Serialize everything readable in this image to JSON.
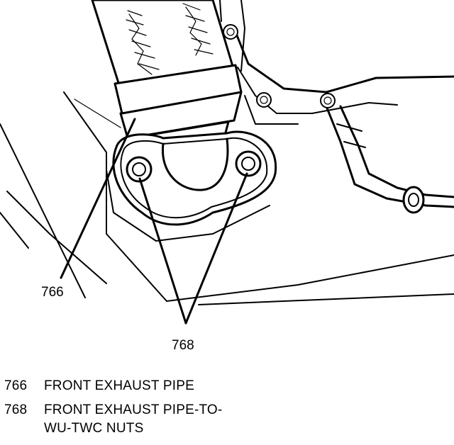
{
  "diagram": {
    "callouts": [
      {
        "id": "766",
        "label": "766"
      },
      {
        "id": "768",
        "label": "768"
      }
    ]
  },
  "legend": {
    "items": [
      {
        "number": "766",
        "text": "FRONT EXHAUST PIPE"
      },
      {
        "number": "768",
        "text": "FRONT EXHAUST PIPE-TO-\nWU-TWC NUTS"
      }
    ]
  }
}
